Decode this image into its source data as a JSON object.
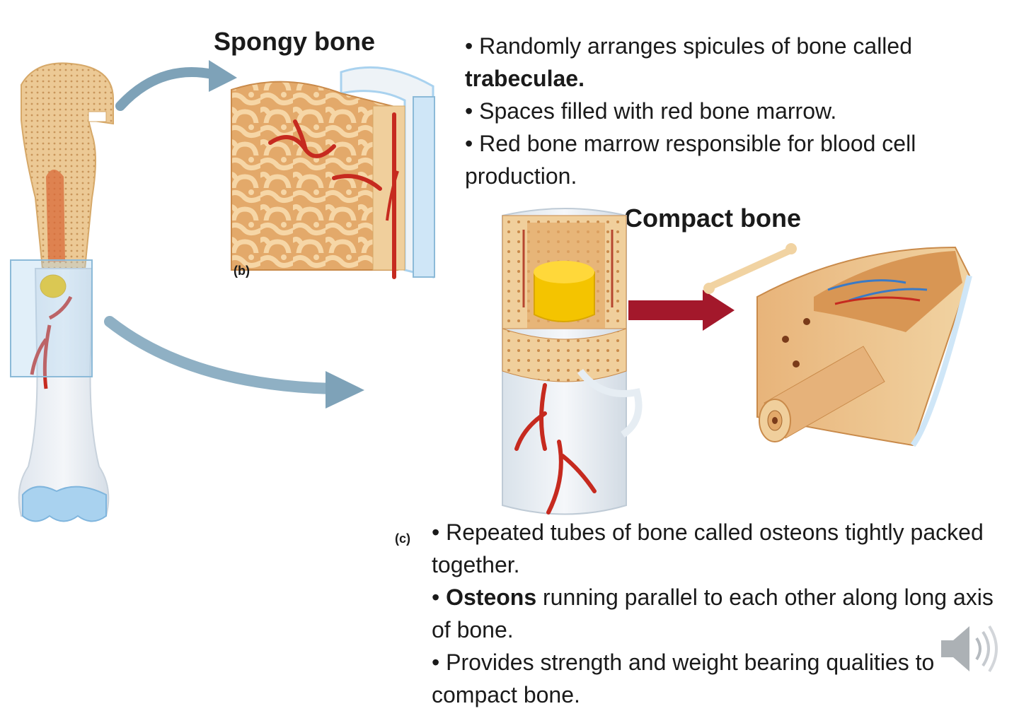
{
  "spongy": {
    "heading": "Spongy bone",
    "panel_label": "(b)",
    "bullets": [
      {
        "pre": "Randomly arranges spicules of bone called ",
        "bold": "trabeculae.",
        "post": ""
      },
      {
        "pre": "Spaces filled with red bone marrow.",
        "bold": "",
        "post": ""
      },
      {
        "pre": "Red bone marrow responsible for blood cell production.",
        "bold": "",
        "post": ""
      }
    ]
  },
  "compact": {
    "heading": "Compact bone",
    "panel_label": "(c)",
    "bullets": [
      {
        "pre": "Repeated tubes of bone called osteons tightly packed together.",
        "bold": "",
        "post": ""
      },
      {
        "pre": "",
        "bold": "Osteons",
        "post": " running parallel to each other along long axis of bone."
      },
      {
        "pre": "Provides strength and weight bearing qualities to compact bone.",
        "bold": "",
        "post": ""
      }
    ]
  },
  "audio": {
    "icon": "speaker-icon"
  },
  "colors": {
    "bone": "#e9c48f",
    "bone_light": "#f3dcb5",
    "bone_dark": "#c98a4a",
    "vessel": "#c62a1f",
    "marrow_yellow": "#f4c400",
    "arrow_blue": "#7ea2b8",
    "arrow_red": "#a3182b",
    "cartilage": "#a9d2ef"
  }
}
